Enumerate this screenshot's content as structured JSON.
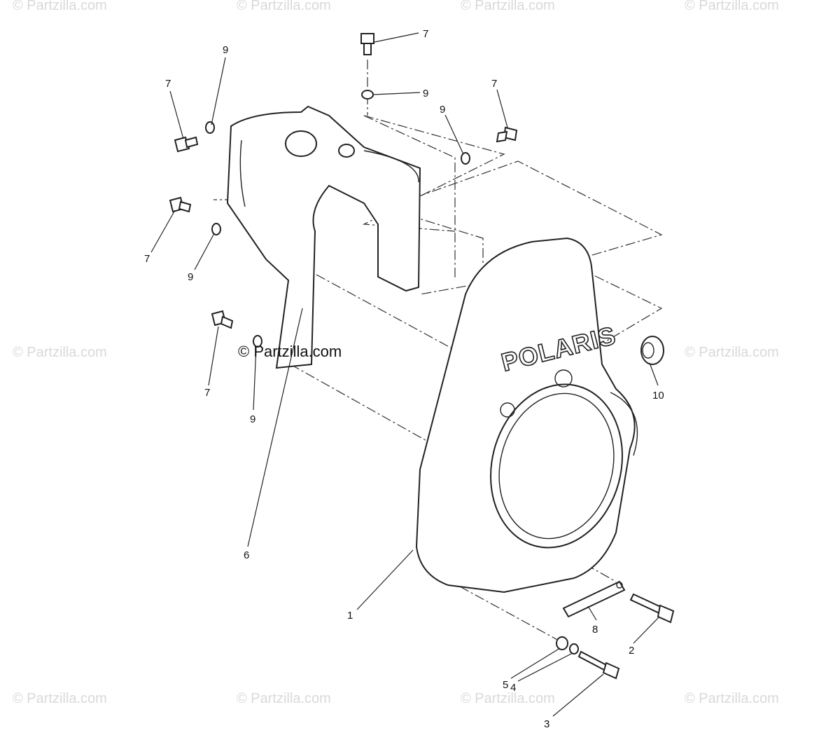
{
  "watermark": "© Partzilla.com",
  "brand": "POLARIS",
  "callouts": {
    "c1": "1",
    "c2": "2",
    "c3": "3",
    "c4": "4",
    "c5": "5",
    "c6": "6",
    "c7a": "7",
    "c7b": "7",
    "c7c": "7",
    "c7d": "7",
    "c7e": "7",
    "c8": "8",
    "c9a": "9",
    "c9b": "9",
    "c9c": "9",
    "c9d": "9",
    "c9e": "9",
    "c10": "10"
  }
}
